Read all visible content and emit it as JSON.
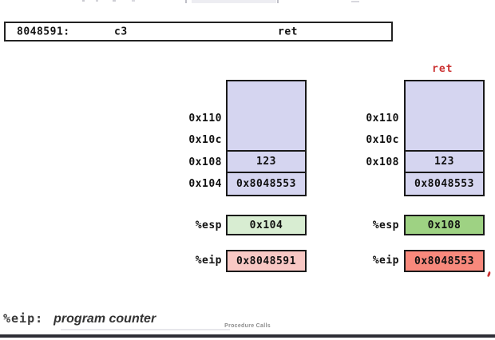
{
  "instruction": {
    "address": "8048591:",
    "bytes": "c3",
    "mnemonic": "ret"
  },
  "left_diagram": {
    "stack": {
      "address_labels": [
        "0x110",
        "0x10c",
        "0x108",
        "0x104"
      ],
      "rows": [
        {
          "value": ""
        },
        {
          "value": "123"
        },
        {
          "value": "0x8048553"
        }
      ]
    },
    "registers": {
      "esp_label": "%esp",
      "esp_value": "0x104",
      "eip_label": "%eip",
      "eip_value": "0x8048591"
    }
  },
  "right_diagram": {
    "annotation": "ret",
    "stack": {
      "address_labels": [
        "0x110",
        "0x10c",
        "0x108"
      ],
      "rows": [
        {
          "value": ""
        },
        {
          "value": "123"
        },
        {
          "value": "0x8048553"
        }
      ]
    },
    "registers": {
      "esp_label": "%esp",
      "esp_value": "0x108",
      "eip_label": "%eip",
      "eip_value": "0x8048553"
    }
  },
  "footnote": {
    "term": "%eip:",
    "definition": "program counter"
  },
  "footer": {
    "watermark": "Procedure Calls"
  },
  "colors": {
    "stack_fill": "#d5d5f0",
    "esp_fill_left": "#d8edd2",
    "esp_fill_right": "#9ed283",
    "eip_fill_left": "#f8c8c4",
    "eip_fill_right": "#f8897c",
    "annotation_red": "#cc3333"
  }
}
